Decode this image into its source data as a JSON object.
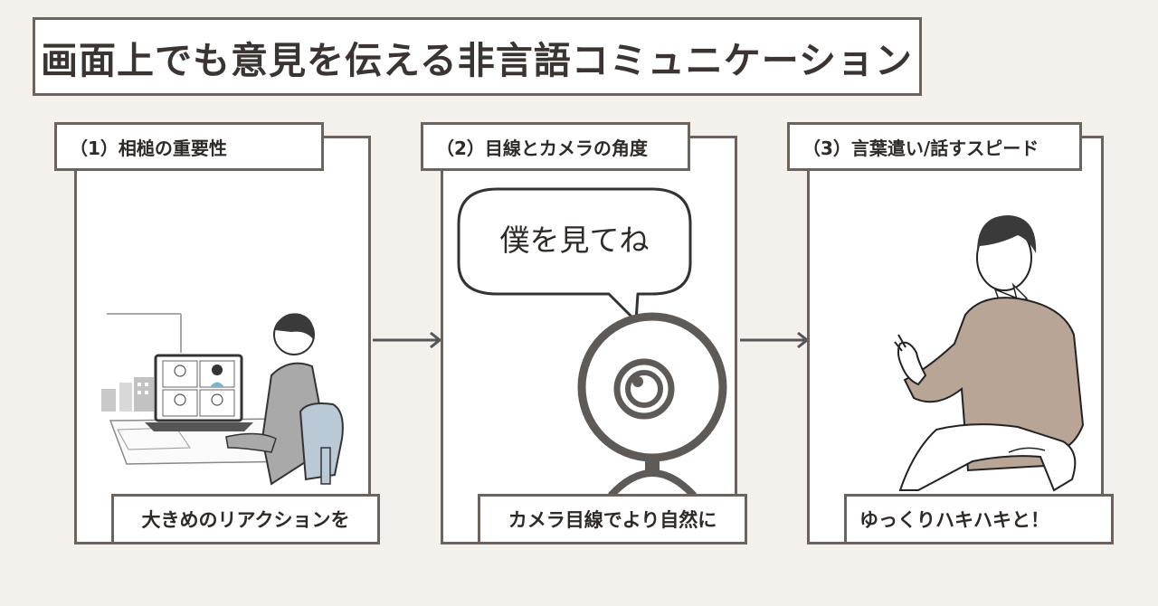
{
  "title": "画面上でも意見を伝える非言語コミュニケーション",
  "panels": [
    {
      "label": "（1）相槌の重要性",
      "caption": "大きめのリアクションを",
      "illustration": "video-call-person-icon"
    },
    {
      "label": "（2）目線とカメラの角度",
      "caption": "カメラ目線でより自然に",
      "bubble": "僕を見てね",
      "illustration": "webcam-icon"
    },
    {
      "label": "（3）言葉遣い/話すスピード",
      "caption": "ゆっくりハキハキと！",
      "illustration": "speaking-man-icon"
    }
  ],
  "colors": {
    "background": "#f4f1ec",
    "border": "#6b635d",
    "text": "#2e2a28",
    "sweater": "#b8a596",
    "chair": "#b9c9d6"
  }
}
